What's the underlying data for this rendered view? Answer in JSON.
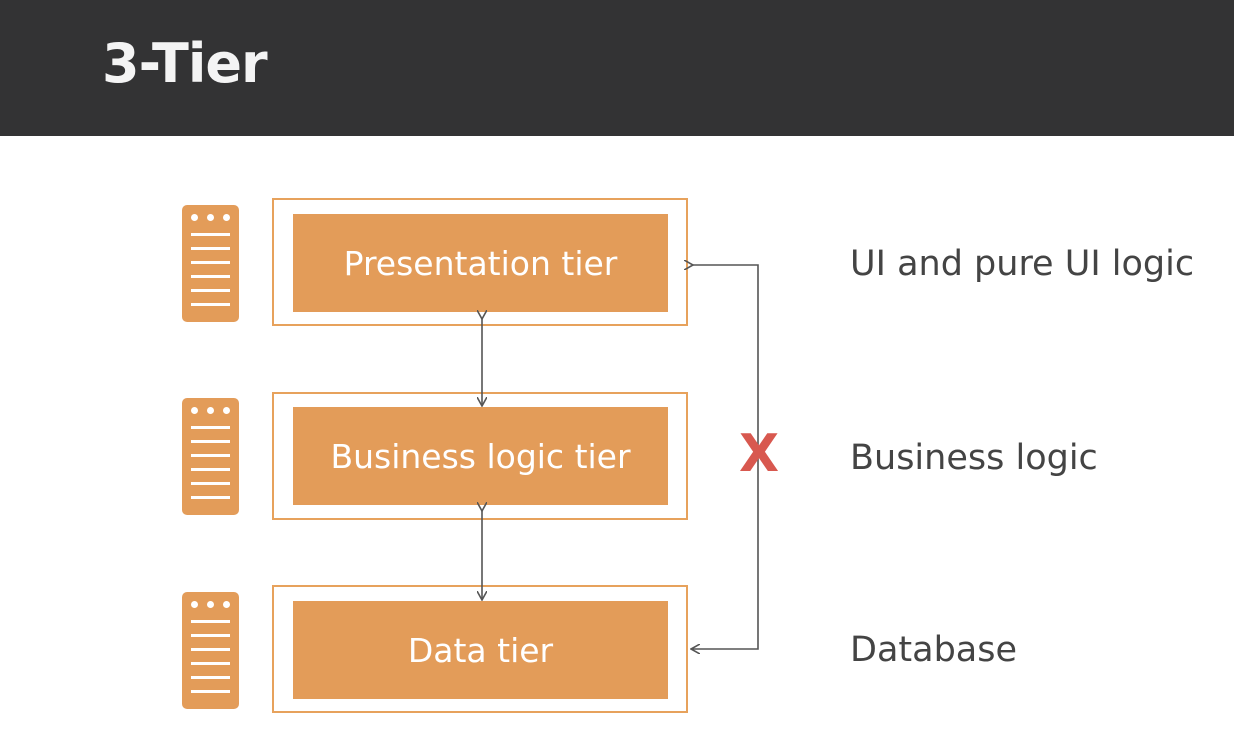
{
  "slide": {
    "title": "3-Tier"
  },
  "tiers": [
    {
      "label": "Presentation tier",
      "description": "UI and pure UI logic"
    },
    {
      "label": "Business logic tier",
      "description": "Business logic"
    },
    {
      "label": "Data tier",
      "description": "Database"
    }
  ],
  "blocked_connection": {
    "symbol": "X"
  },
  "colors": {
    "tier_fill": "#e39c59",
    "tier_border": "#e7a25c",
    "title_bar": "#333334",
    "blocked": "#d8584f",
    "arrow": "#555555"
  }
}
